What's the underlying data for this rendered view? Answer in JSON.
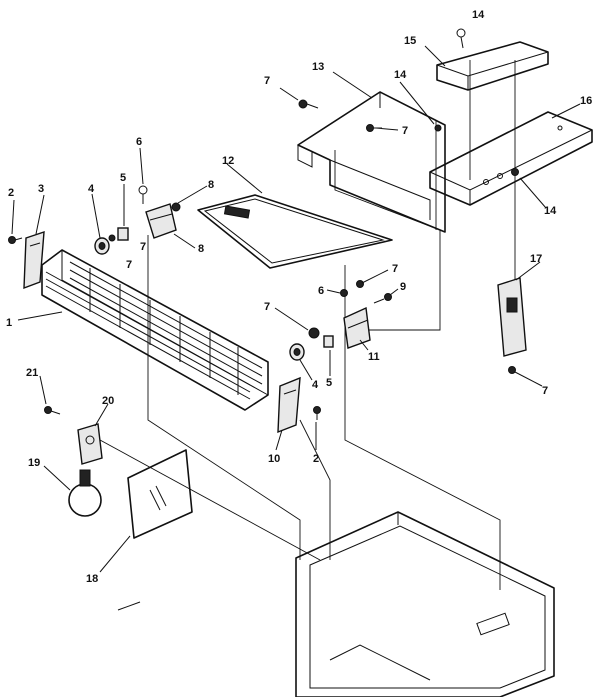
{
  "callouts": [
    {
      "id": "c1",
      "text": "1"
    },
    {
      "id": "c2a",
      "text": "2"
    },
    {
      "id": "c2b",
      "text": "2"
    },
    {
      "id": "c3",
      "text": "3"
    },
    {
      "id": "c4a",
      "text": "4"
    },
    {
      "id": "c4b",
      "text": "4"
    },
    {
      "id": "c5a",
      "text": "5"
    },
    {
      "id": "c5b",
      "text": "5"
    },
    {
      "id": "c6a",
      "text": "6"
    },
    {
      "id": "c6b",
      "text": "6"
    },
    {
      "id": "c7a",
      "text": "7"
    },
    {
      "id": "c7b",
      "text": "7"
    },
    {
      "id": "c7c",
      "text": "7"
    },
    {
      "id": "c7d",
      "text": "7"
    },
    {
      "id": "c7e",
      "text": "7"
    },
    {
      "id": "c7f",
      "text": "7"
    },
    {
      "id": "c7g",
      "text": "7"
    },
    {
      "id": "c8a",
      "text": "8"
    },
    {
      "id": "c8b",
      "text": "8"
    },
    {
      "id": "c9",
      "text": "9"
    },
    {
      "id": "c10",
      "text": "10"
    },
    {
      "id": "c11",
      "text": "11"
    },
    {
      "id": "c12",
      "text": "12"
    },
    {
      "id": "c13",
      "text": "13"
    },
    {
      "id": "c14a",
      "text": "14"
    },
    {
      "id": "c14b",
      "text": "14"
    },
    {
      "id": "c14c",
      "text": "14"
    },
    {
      "id": "c15",
      "text": "15"
    },
    {
      "id": "c16",
      "text": "16"
    },
    {
      "id": "c17",
      "text": "17"
    },
    {
      "id": "c18",
      "text": "18"
    },
    {
      "id": "c19",
      "text": "19"
    },
    {
      "id": "c20",
      "text": "20"
    },
    {
      "id": "c21",
      "text": "21"
    }
  ]
}
